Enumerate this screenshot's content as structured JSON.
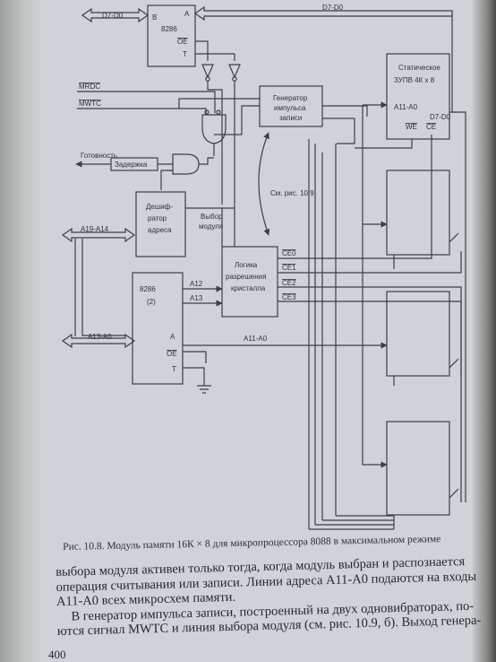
{
  "diagram": {
    "bus_d7d0_left": "D7-D0",
    "bus_d7d0_top": "D7-D0",
    "bus_d7d0_mem": "D7-D0",
    "buf1_part": "8286",
    "buf1_pin_b": "B",
    "buf1_pin_a": "A",
    "buf1_pin_oe": "OE",
    "buf1_pin_t": "T",
    "sig_mrdc": "MRDC",
    "sig_mwtc": "MWTC",
    "gen_line1": "Генератор",
    "gen_line2": "импульса",
    "gen_line3": "записи",
    "ready_label": "Готовность",
    "delay_label": "Задержка",
    "dec_line1": "Дешиф-",
    "dec_line2": "ратор",
    "dec_line3": "адреса",
    "sel_line1": "Выбор",
    "sel_line2": "модуля",
    "see_fig": "См. рис. 10.9.",
    "bus_a19a14": "A19-A14",
    "bus_a13a0": "A13-A0",
    "bus_a11a0": "A11-A0",
    "buf2_part": "8286",
    "buf2_num": "(2)",
    "buf2_pin_a": "A",
    "buf2_pin_oe": "OE",
    "buf2_pin_t": "T",
    "sig_a12": "A12",
    "sig_a13": "A13",
    "logic_line1": "Логика",
    "logic_line2": "разрешения",
    "logic_line3": "кристалла",
    "ce0": "CE0",
    "ce1": "CE1",
    "ce2": "CE2",
    "ce3": "CE3",
    "mem_line1": "Статическое",
    "mem_line2": "ЗУПВ 4К х 8",
    "mem_pin_addr": "A11-A0",
    "mem_pin_data": "D7-D0",
    "mem_pin_we": "WE",
    "mem_pin_ce": "CE"
  },
  "caption": "Рис. 10.8. Модуль памяти 16К × 8 для микропроцессора 8088 в максимальном режиме",
  "body": {
    "line1": "выбора модуля активен только тогда, когда модуль выбран и распознается",
    "line2": "операция считывания или записи. Линии адреса A11-A0 подаются на входы",
    "line3": "A11-A0 всех микросхем памяти.",
    "line4": "В генератор импульса записи, построенный на двух одновибраторах, по-",
    "line5": "ются сигнал MWTC и линия выбора модуля (см. рис. 10.9, б). Выход генера-"
  },
  "page_number": "400"
}
